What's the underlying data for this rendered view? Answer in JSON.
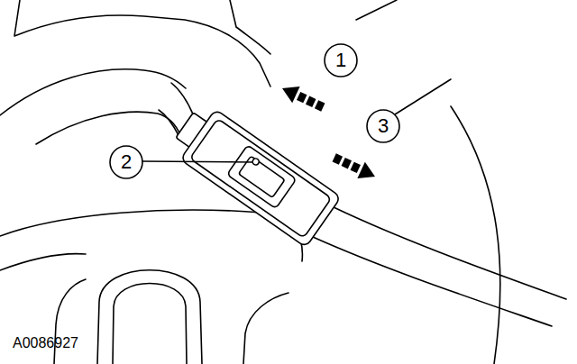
{
  "diagram": {
    "labels": [
      "1",
      "2",
      "3",
      "A0086927"
    ]
  }
}
